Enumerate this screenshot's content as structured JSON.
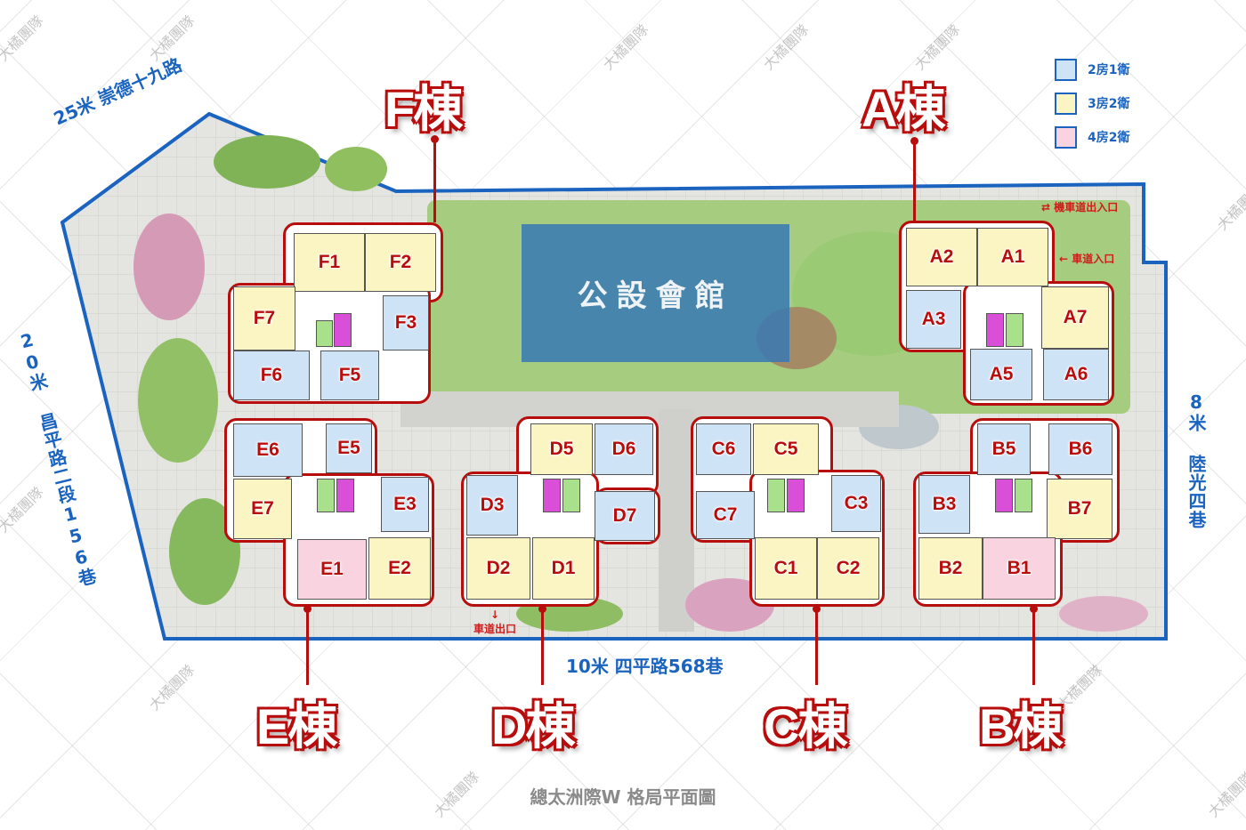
{
  "title": "總太洲際W 格局平面圖",
  "clubhouse": "公設會館",
  "legend": [
    {
      "label": "2房1衛",
      "color": "#cfe3f7"
    },
    {
      "label": "3房2衛",
      "color": "#fbf5c3"
    },
    {
      "label": "4房2衛",
      "color": "#f9d3df"
    }
  ],
  "roads": {
    "north": "25米 崇德十九路",
    "west": "20米 昌平路二段156巷",
    "east": "8米 陸光四巷",
    "south": "10米 四平路568巷"
  },
  "signs": {
    "scooter_entrance": "機車道出入口",
    "car_entrance": "車道入口",
    "car_exit": "車道出口"
  },
  "buildings": {
    "A": "A棟",
    "B": "B棟",
    "C": "C棟",
    "D": "D棟",
    "E": "E棟",
    "F": "F棟"
  },
  "units": {
    "A1": "A1",
    "A2": "A2",
    "A3": "A3",
    "A5": "A5",
    "A6": "A6",
    "A7": "A7",
    "B1": "B1",
    "B2": "B2",
    "B3": "B3",
    "B5": "B5",
    "B6": "B6",
    "B7": "B7",
    "C1": "C1",
    "C2": "C2",
    "C3": "C3",
    "C5": "C5",
    "C6": "C6",
    "C7": "C7",
    "D1": "D1",
    "D2": "D2",
    "D3": "D3",
    "D5": "D5",
    "D6": "D6",
    "D7": "D7",
    "E1": "E1",
    "E2": "E2",
    "E3": "E3",
    "E5": "E5",
    "E6": "E6",
    "E7": "E7",
    "F1": "F1",
    "F2": "F2",
    "F3": "F3",
    "F5": "F5",
    "F6": "F6",
    "F7": "F7"
  },
  "watermark": "大橘團隊",
  "colors": {
    "road_blue": "#1a64c0",
    "building_red": "#b80d0d"
  }
}
